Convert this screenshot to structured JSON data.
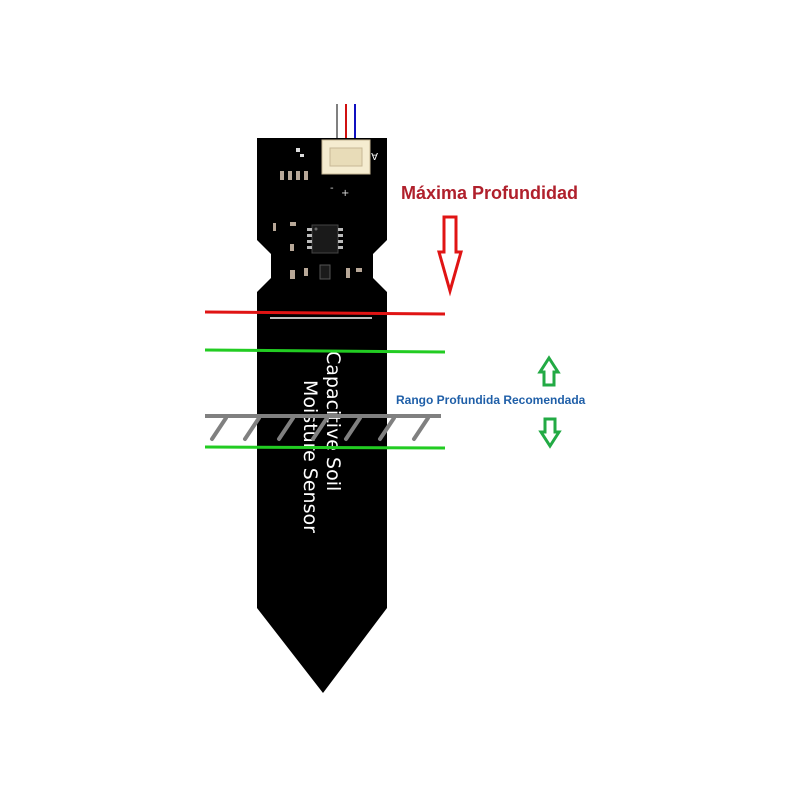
{
  "labels": {
    "max_depth": "Máxima Profundidad",
    "recommended_range": "Rango Profundida Recomendada"
  },
  "sensor": {
    "text_line1": "Capacitive Soil",
    "text_line2": "Moisture Sensor",
    "connector_mark": "A",
    "pin_mark_minus": "-",
    "pin_mark_plus": "+"
  },
  "colors": {
    "background": "#ffffff",
    "board": "#000000",
    "max_depth_text": "#b0202c",
    "max_depth_line": "#e01414",
    "max_depth_arrow": "#e01414",
    "range_text": "#1f5fa8",
    "range_lines": "#22cc22",
    "range_arrows": "#22aa44",
    "ground": "#808080",
    "wire_1": "#808080",
    "wire_2": "#d01010",
    "wire_3": "#1010c0",
    "connector": "#f5ecd0"
  }
}
